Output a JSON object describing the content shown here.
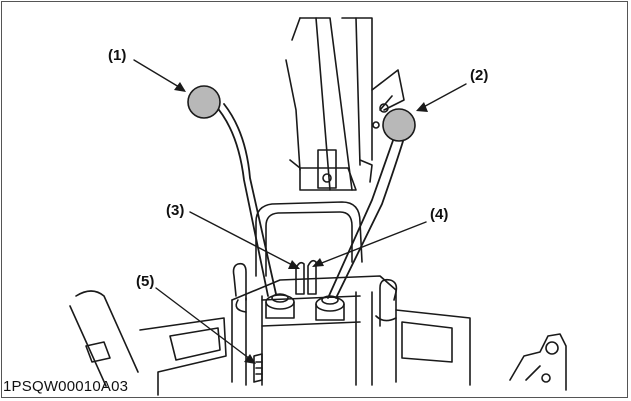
{
  "figure": {
    "callouts": [
      "(1)",
      "(2)",
      "(3)",
      "(4)",
      "(5)"
    ],
    "code": "1PSQW00010A03"
  },
  "colors": {
    "line": "#1a1a1a",
    "knob": "#b8b8b8",
    "background": "#ffffff"
  }
}
